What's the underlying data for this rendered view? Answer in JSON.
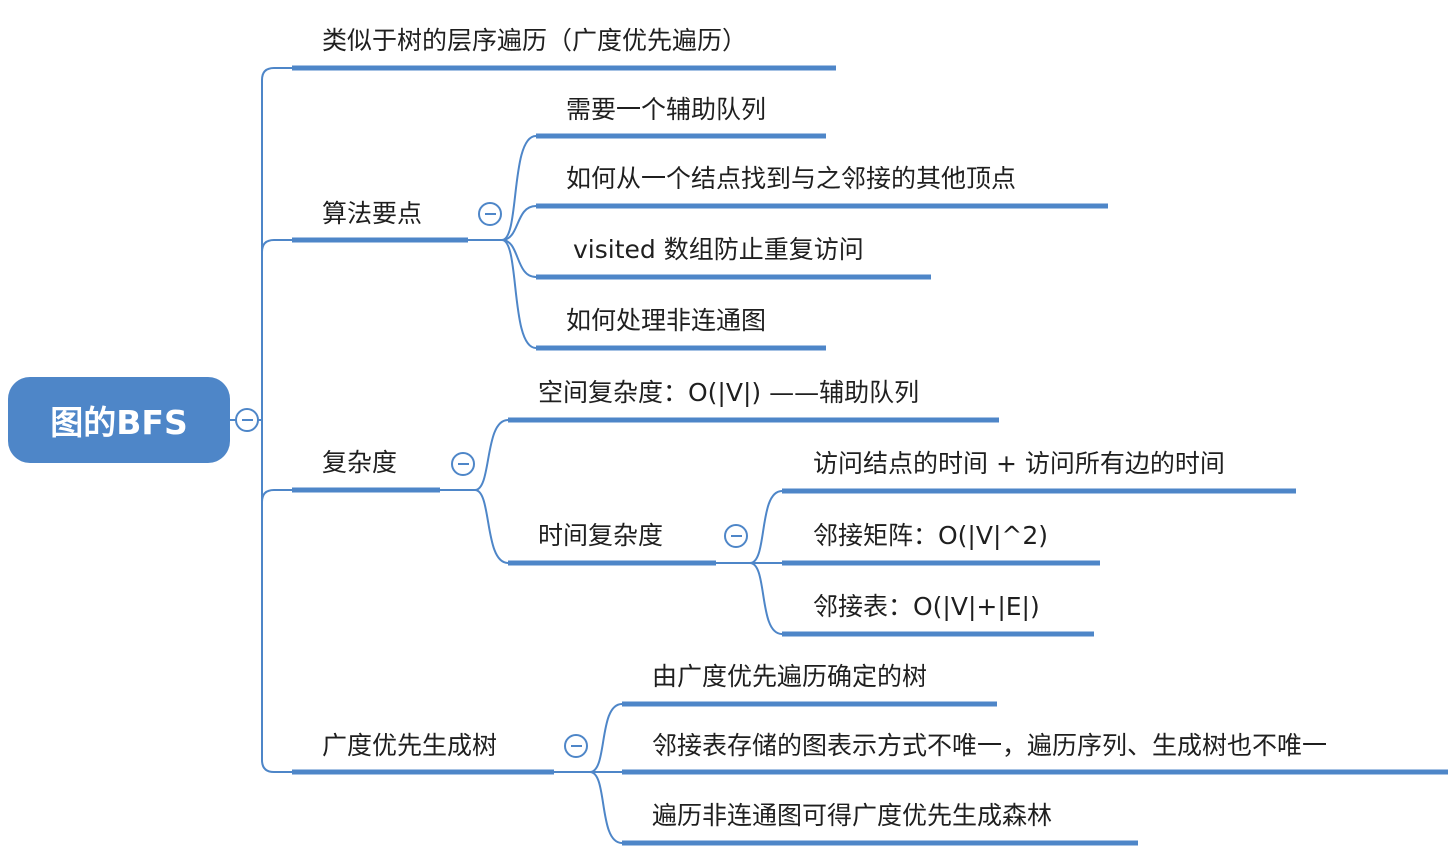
{
  "root": {
    "label": "图的BFS"
  },
  "branches": [
    {
      "label": "类似于树的层序遍历（广度优先遍历）"
    },
    {
      "label": "算法要点",
      "children": [
        {
          "label": "需要一个辅助队列"
        },
        {
          "label": "如何从一个结点找到与之邻接的其他顶点"
        },
        {
          "label": "visited 数组防止重复访问"
        },
        {
          "label": "如何处理非连通图"
        }
      ]
    },
    {
      "label": "复杂度",
      "children": [
        {
          "label": "空间复杂度：O(|V|) ——辅助队列"
        },
        {
          "label": "时间复杂度",
          "children": [
            {
              "label": "访问结点的时间 + 访问所有边的时间"
            },
            {
              "label": "邻接矩阵：O(|V|^2)"
            },
            {
              "label": "邻接表：O(|V|+|E|)"
            }
          ]
        }
      ]
    },
    {
      "label": "广度优先生成树",
      "children": [
        {
          "label": "由广度优先遍历确定的树"
        },
        {
          "label": "邻接表存储的图表示方式不唯一，遍历序列、生成树也不唯一"
        },
        {
          "label": "遍历非连通图可得广度优先生成森林"
        }
      ]
    }
  ],
  "colors": {
    "line": "#4e86c8",
    "root_fill": "#4e86c8",
    "text": "#1f1f1f"
  }
}
